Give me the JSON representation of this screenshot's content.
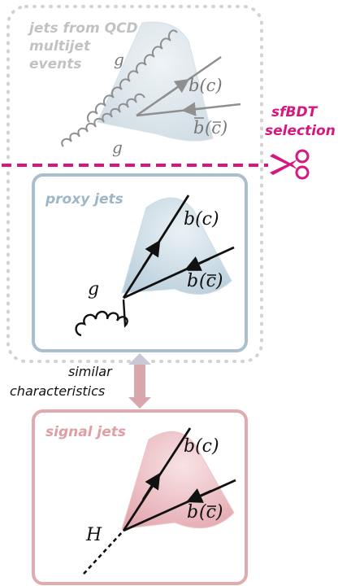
{
  "colors": {
    "qcd_text": "#c2c2c2",
    "qcd_border": "#cfcfcf",
    "proxy_border": "#a9bfcd",
    "proxy_text": "#9db7c8",
    "signal_border": "#e0aaae",
    "signal_text": "#df9ea4",
    "selection": "#d6177f",
    "arrow": "#d9a7ab",
    "cone_blue": "#c6d8e3",
    "cone_red": "#eab6bc",
    "line_dark": "#111111",
    "line_gray": "#8f8f8f"
  },
  "qcd_box": {
    "title_lines": [
      "jets from QCD",
      "multijet",
      "events"
    ],
    "gluon_top_label": "g",
    "gluon_bottom_label": "g",
    "quark_b": "b(c)",
    "antiquark_b_bar": "b",
    "antiquark_c_bar": "(c)"
  },
  "selection": {
    "lines": [
      "sfBDT",
      "selection"
    ],
    "icon": "scissors-icon"
  },
  "proxy_box": {
    "title": "proxy jets",
    "gluon_label": "g",
    "quark_b": "b(c)",
    "antiquark_b_bar": "b",
    "antiquark_c_bar": "(c)"
  },
  "comparison": {
    "lines": [
      "similar",
      "characteristics"
    ],
    "icon": "double-arrow-icon"
  },
  "signal_box": {
    "title": "signal jets",
    "higgs_label": "H",
    "quark_b": "b(c)",
    "antiquark_b_bar": "b",
    "antiquark_c_bar": "(c)"
  }
}
